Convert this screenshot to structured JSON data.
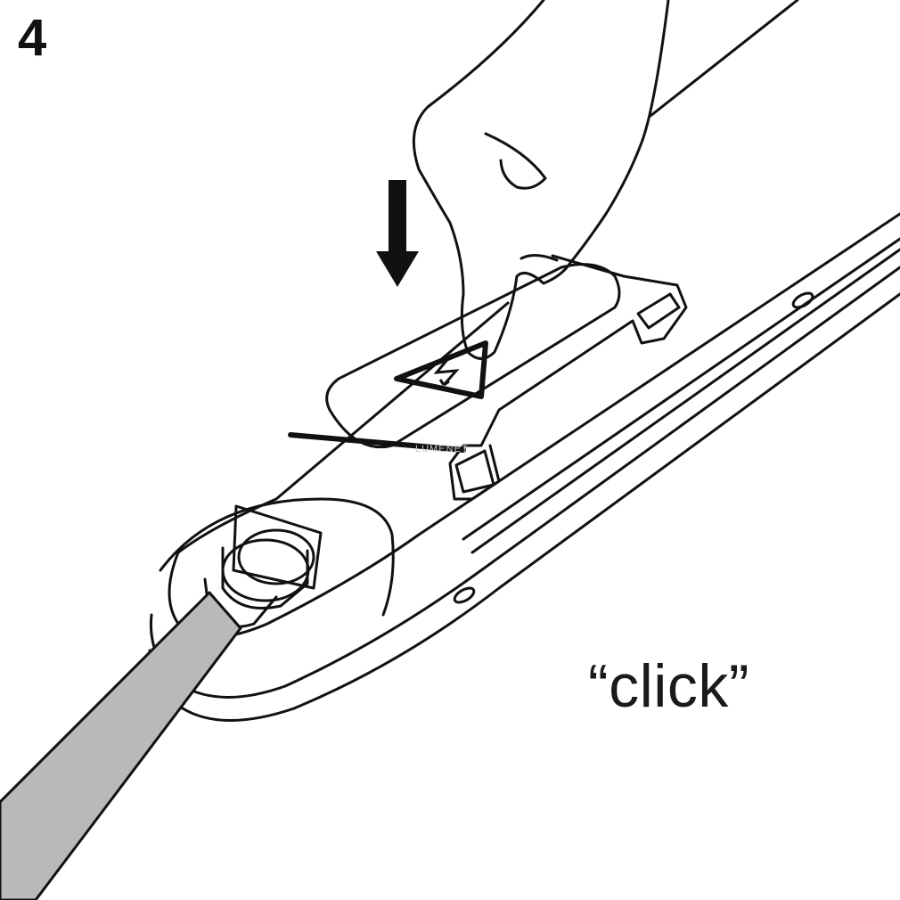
{
  "step": {
    "number": "4"
  },
  "sound": {
    "label": "“click”"
  },
  "watermark": {
    "text": "LUMENET"
  },
  "colors": {
    "line": "#111111",
    "cable_fill": "#b9b9b9",
    "background": "#ffffff",
    "watermark": "#c8c8c8"
  },
  "icons": {
    "warning": "electric-shock-warning-icon",
    "arrow": "down-arrow-icon"
  }
}
